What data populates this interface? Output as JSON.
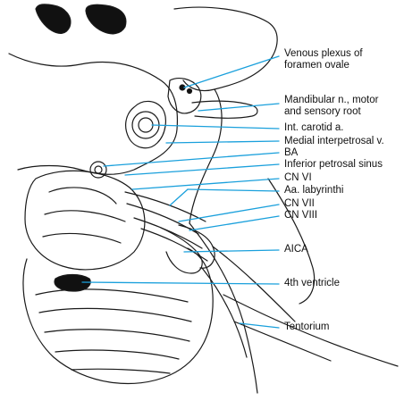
{
  "colors": {
    "leader_line": "#1aa0dc",
    "ink": "#1a1a1a",
    "background": "#ffffff"
  },
  "labels": [
    {
      "key": "venous_plexus",
      "lines": [
        "Venous plexus of",
        "foramen ovale"
      ]
    },
    {
      "key": "mandibular_n",
      "lines": [
        "Mandibular n., motor",
        "and sensory root"
      ]
    },
    {
      "key": "int_carotid",
      "lines": [
        "Int. carotid a."
      ]
    },
    {
      "key": "medial_interpetrosal",
      "lines": [
        "Medial interpetrosal v."
      ]
    },
    {
      "key": "ba",
      "lines": [
        "BA"
      ]
    },
    {
      "key": "inferior_petrosal",
      "lines": [
        "Inferior petrosal sinus"
      ]
    },
    {
      "key": "cn_vi",
      "lines": [
        "CN VI"
      ]
    },
    {
      "key": "aa_labyrinthi",
      "lines": [
        "Aa. labyrinthi"
      ]
    },
    {
      "key": "cn_vii",
      "lines": [
        "CN VII"
      ]
    },
    {
      "key": "cn_viii",
      "lines": [
        "CN VIII"
      ]
    },
    {
      "key": "aica",
      "lines": [
        "AICA"
      ]
    },
    {
      "key": "fourth_ventricle",
      "lines": [
        "4th ventricle"
      ]
    },
    {
      "key": "tentorium",
      "lines": [
        "Tentorium"
      ]
    }
  ]
}
